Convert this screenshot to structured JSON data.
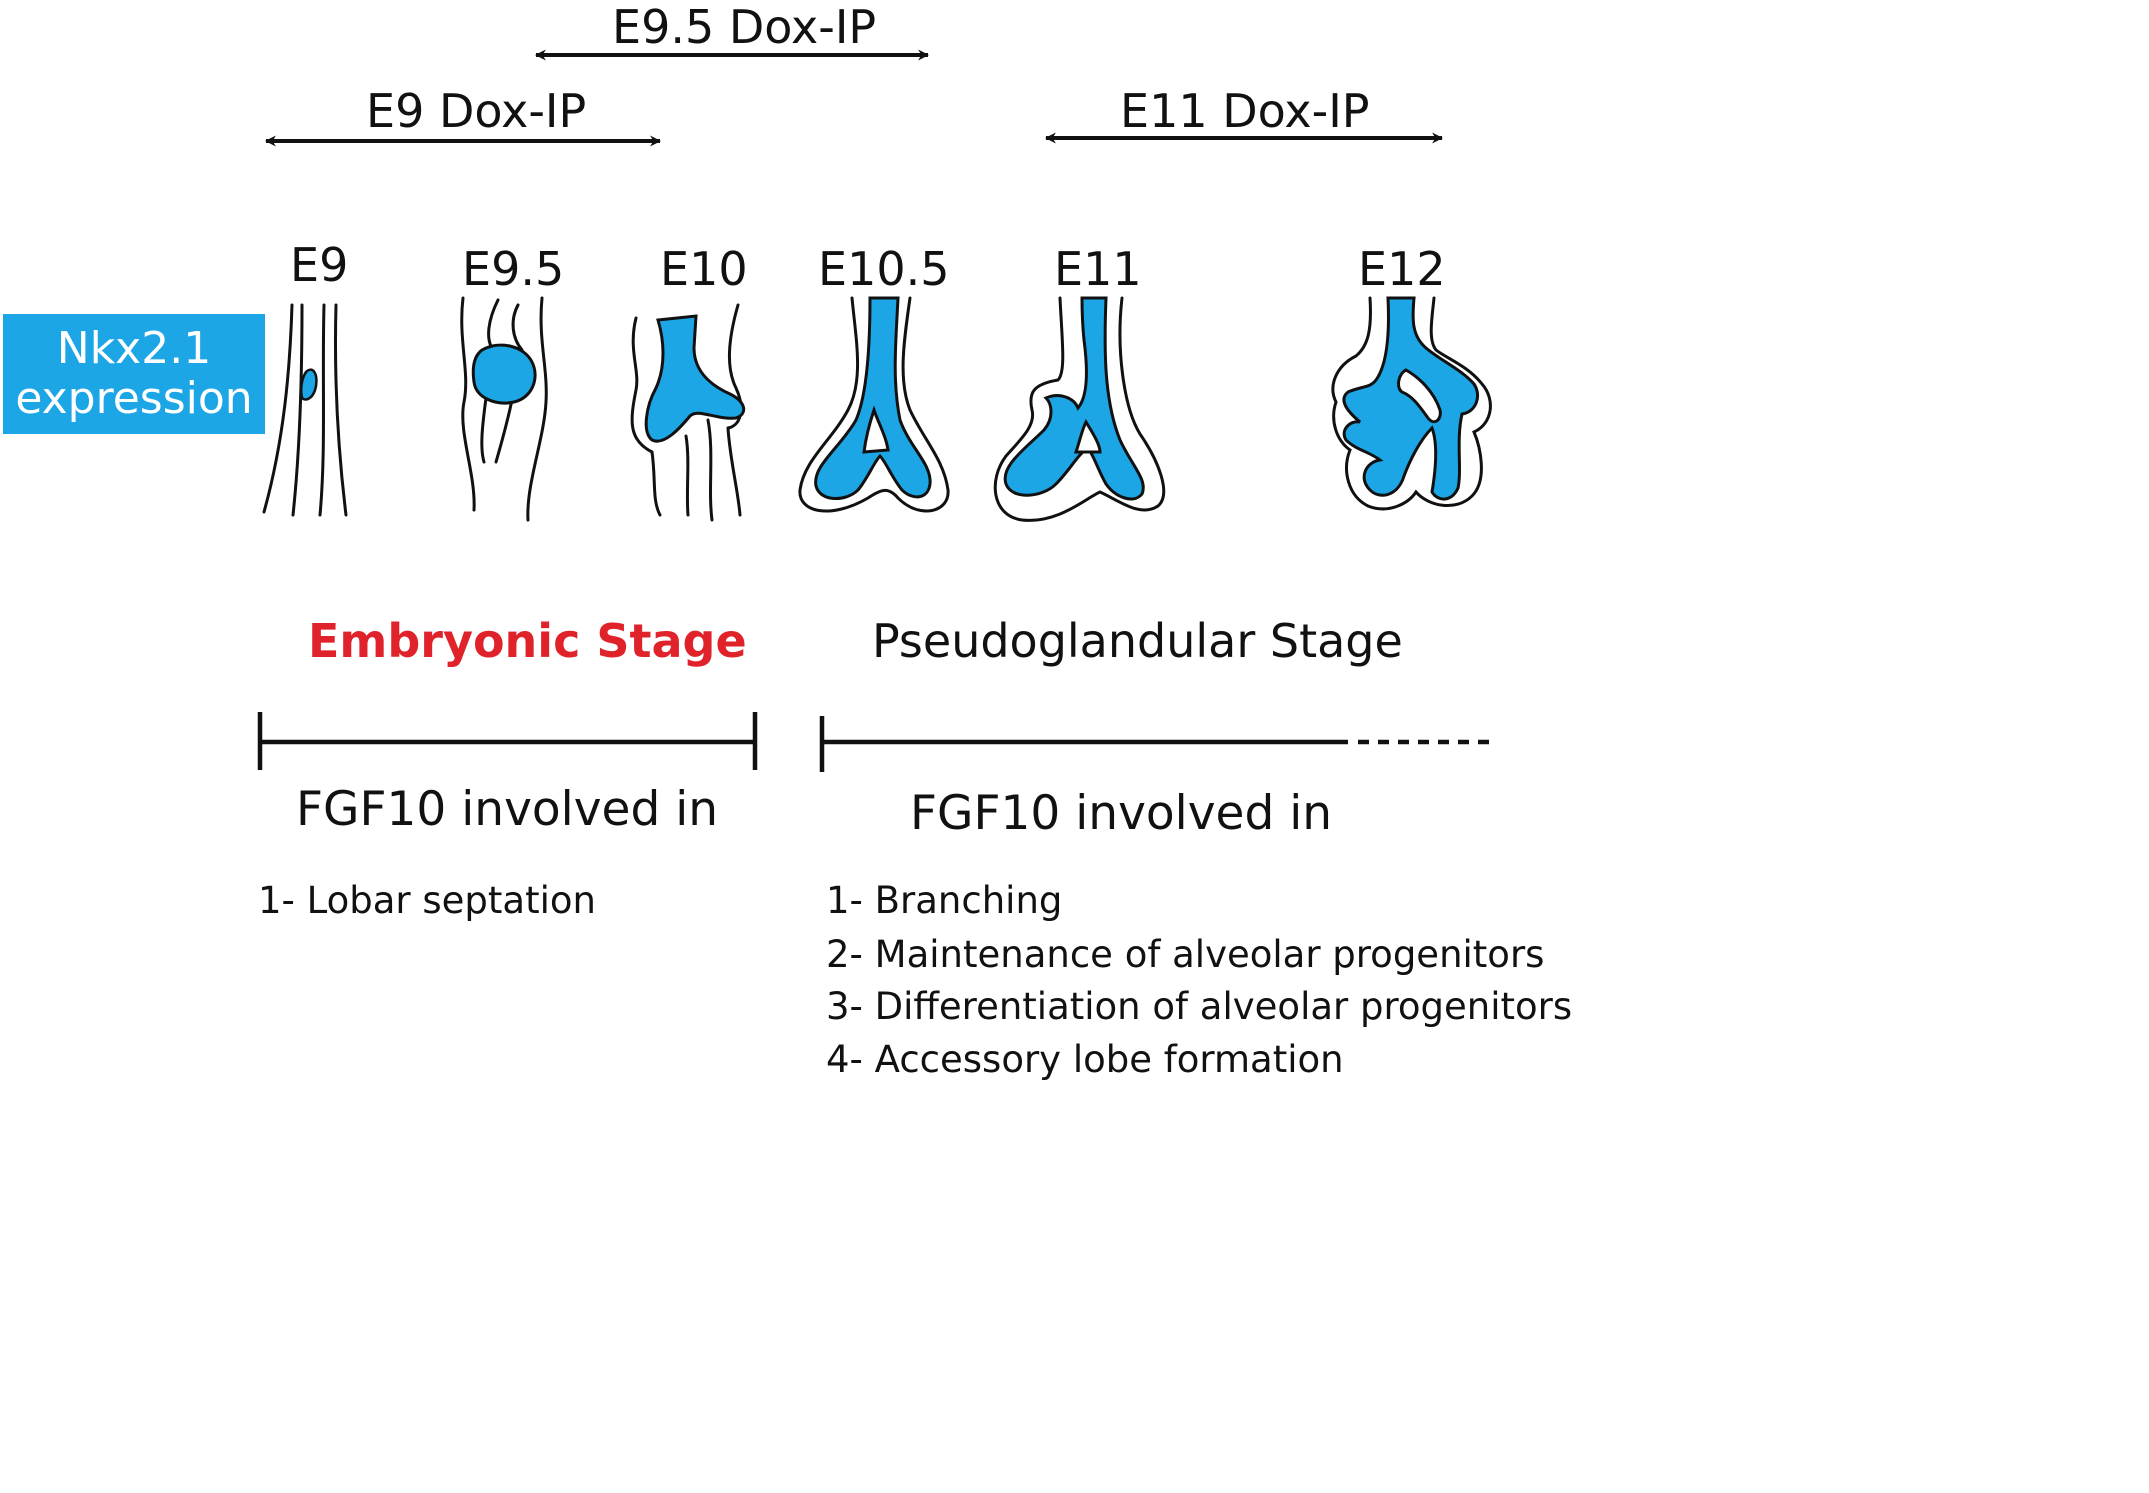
{
  "colors": {
    "accent": "#1da6e6",
    "embryonic": "#e0222b",
    "ink": "#111111"
  },
  "dox_ranges": [
    {
      "label": "E9.5 Dox-IP"
    },
    {
      "label": "E9 Dox-IP"
    },
    {
      "label": "E11 Dox-IP"
    }
  ],
  "expression_box": {
    "line1": "Nkx2.1",
    "line2": "expression"
  },
  "stages": [
    "E9",
    "E9.5",
    "E10",
    "E10.5",
    "E11",
    "E12"
  ],
  "periods": {
    "embryonic": {
      "title": "Embryonic Stage",
      "heading": "FGF10 involved in",
      "items": [
        "1- Lobar septation"
      ]
    },
    "pseudoglandular": {
      "title": "Pseudoglandular Stage",
      "heading": "FGF10 involved in",
      "items": [
        "1- Branching",
        "2- Maintenance of alveolar progenitors",
        "3- Differentiation of alveolar progenitors",
        "4- Accessory lobe formation"
      ]
    }
  }
}
